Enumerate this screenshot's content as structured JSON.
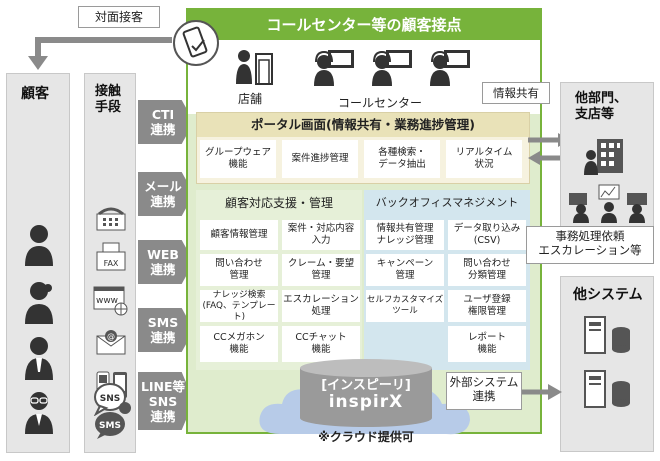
{
  "top_label": "対面接客",
  "customer": {
    "title": "顧客"
  },
  "touchpoint": {
    "title": "接触\n手段"
  },
  "channels": [
    "CTI\n連携",
    "メール\n連携",
    "WEB\n連携",
    "SMS\n連携",
    "LINE等\nSNS\n連携"
  ],
  "contact_point": {
    "title": "コールセンター等の顧客接点",
    "store_label": "店舗",
    "call_center_label": "コールセンター"
  },
  "portal": {
    "title": "ポータル画面(情報共有・業務進捗管理)",
    "items": [
      "グループウェア\n機能",
      "案件進捗管理",
      "各種検索・\nデータ抽出",
      "リアルタイム\n状況"
    ]
  },
  "customer_support": {
    "title": "顧客対応支援・管理",
    "items": [
      "顧客情報管理",
      "案件・対応内容\n入力",
      "問い合わせ\n管理",
      "クレーム・要望\n管理",
      "ナレッジ検索\n(FAQ、テンプレート)",
      "エスカレーション\n処理",
      "CCメガホン\n機能",
      "CCチャット\n機能"
    ]
  },
  "back_office": {
    "title": "バックオフィスマネジメント",
    "items": [
      "情報共有管理\nナレッジ管理",
      "データ取り込み\n(CSV)",
      "キャンペーン\n管理",
      "問い合わせ\n分類管理",
      "セルフカスタマイズ\nツール",
      "ユーザ登録\n権限管理",
      "レポート\n機能"
    ]
  },
  "product": {
    "brand": "[インスピーリ]",
    "name": "inspirX",
    "note": "※クラウド提供可"
  },
  "info_share_label": "情報共有",
  "other_dept": {
    "title": "他部門、\n支店等"
  },
  "escalation_label": "事務処理依頼\nエスカレーション等",
  "other_system": {
    "title": "他システム"
  },
  "external_label": "外部システム\n連携",
  "device_labels": {
    "fax": "FAX",
    "www": "www",
    "sms": "SMS",
    "sns": "SNS"
  },
  "colors": {
    "green": "#77b33b",
    "green_light": "#dfeccd",
    "blue_light": "#d3e6ee",
    "gray_arrow": "#8a8a8a",
    "cloud": "#b7cbe8",
    "db": "#9a9a9a"
  }
}
